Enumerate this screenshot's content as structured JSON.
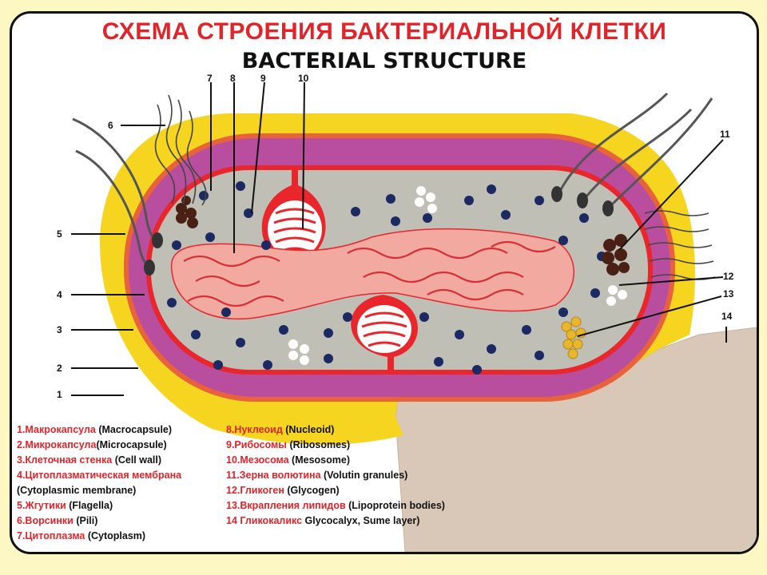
{
  "title_ru": "СХЕМА СТРОЕНИЯ БАКТЕРИАЛЬНОЙ КЛЕТКИ",
  "title_en": "BACTERIAL STRUCTURE",
  "callouts": [
    "1",
    "2",
    "3",
    "4",
    "5",
    "6",
    "7",
    "8",
    "9",
    "10",
    "11",
    "12",
    "13",
    "14"
  ],
  "legend": [
    {
      "ru": "1.Макрокапсула",
      "en": " (Macrocapsule)"
    },
    {
      "ru": "2.Микрокапсула",
      "en": "(Microcapsule)"
    },
    {
      "ru": "3.Клеточная стенка",
      "en": " (Cell wall)"
    },
    {
      "ru": "4.Цитоплазматическая мембрана",
      "en": ""
    },
    {
      "ru": "",
      "en": "(Cytoplasmic membrane)"
    },
    {
      "ru": "5.Жгутики",
      "en": "  (Flagella)"
    },
    {
      "ru": "6.Ворсинки",
      "en": " (Pili)"
    },
    {
      "ru": "7.Цитоплазма",
      "en": " (Cytoplasm)"
    },
    {
      "ru": "8.Нуклеоид",
      "en": "  (Nucleoid)"
    },
    {
      "ru": "9.Рибосомы",
      "en": " (Ribosomes)"
    },
    {
      "ru": "10.Мезосома",
      "en": " (Mesosome)"
    },
    {
      "ru": "11.Зерна волютина",
      "en": " (Volutin granules)"
    },
    {
      "ru": "12.Гликоген",
      "en": " (Glycogen)"
    },
    {
      "ru": "13.Вкрапления липидов",
      "en": " (Lipoprotein bodies)"
    },
    {
      "ru": "14 Гликокаликс",
      "en": " Glycocalyx, Sume layer)"
    }
  ],
  "colors": {
    "macrocapsule": "#f6d520",
    "microcapsule": "#e8623a",
    "cell_wall": "#b94e9e",
    "membrane": "#e8262c",
    "cytoplasm": "#bfbfb6",
    "nucleoid": "#f2aaa0",
    "ribosome": "#1c2a63",
    "volutin": "#4a1f14",
    "lipid": "#e8b82a",
    "glycocalyx": "#d9c7b8"
  }
}
